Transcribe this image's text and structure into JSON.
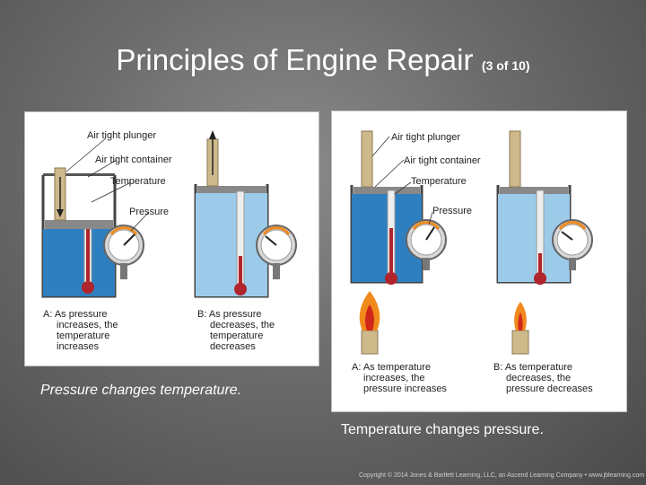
{
  "title": {
    "main": "Principles of Engine Repair",
    "sub": "(3 of 10)"
  },
  "left_figure": {
    "labels": {
      "plunger": "Air tight plunger",
      "container": "Air tight container",
      "temperature": "Temperature",
      "pressure": "Pressure"
    },
    "caption_a": [
      "A: As pressure",
      "increases, the",
      "temperature",
      "increases"
    ],
    "caption_b": [
      "B: As pressure",
      "decreases, the",
      "temperature",
      "decreases"
    ]
  },
  "right_figure": {
    "labels": {
      "plunger": "Air tight plunger",
      "container": "Air tight container",
      "temperature": "Temperature",
      "pressure": "Pressure"
    },
    "caption_a": [
      "A: As temperature",
      "increases, the",
      "pressure increases"
    ],
    "caption_b": [
      "B: As temperature",
      "decreases, the",
      "pressure decreases"
    ]
  },
  "captions": {
    "left": "Pressure changes temperature.",
    "right": "Temperature changes pressure."
  },
  "copyright": "Copyright © 2014 Jones & Bartlett Learning, LLC, an Ascend Learning Company • www.jblearning.com",
  "colors": {
    "water": "#2e7fc0",
    "water_light": "#9ccbea",
    "piston": "#cdb98a",
    "thermo_red": "#b0242b",
    "flame_orange": "#f08a1c",
    "flame_red": "#d2281c"
  }
}
